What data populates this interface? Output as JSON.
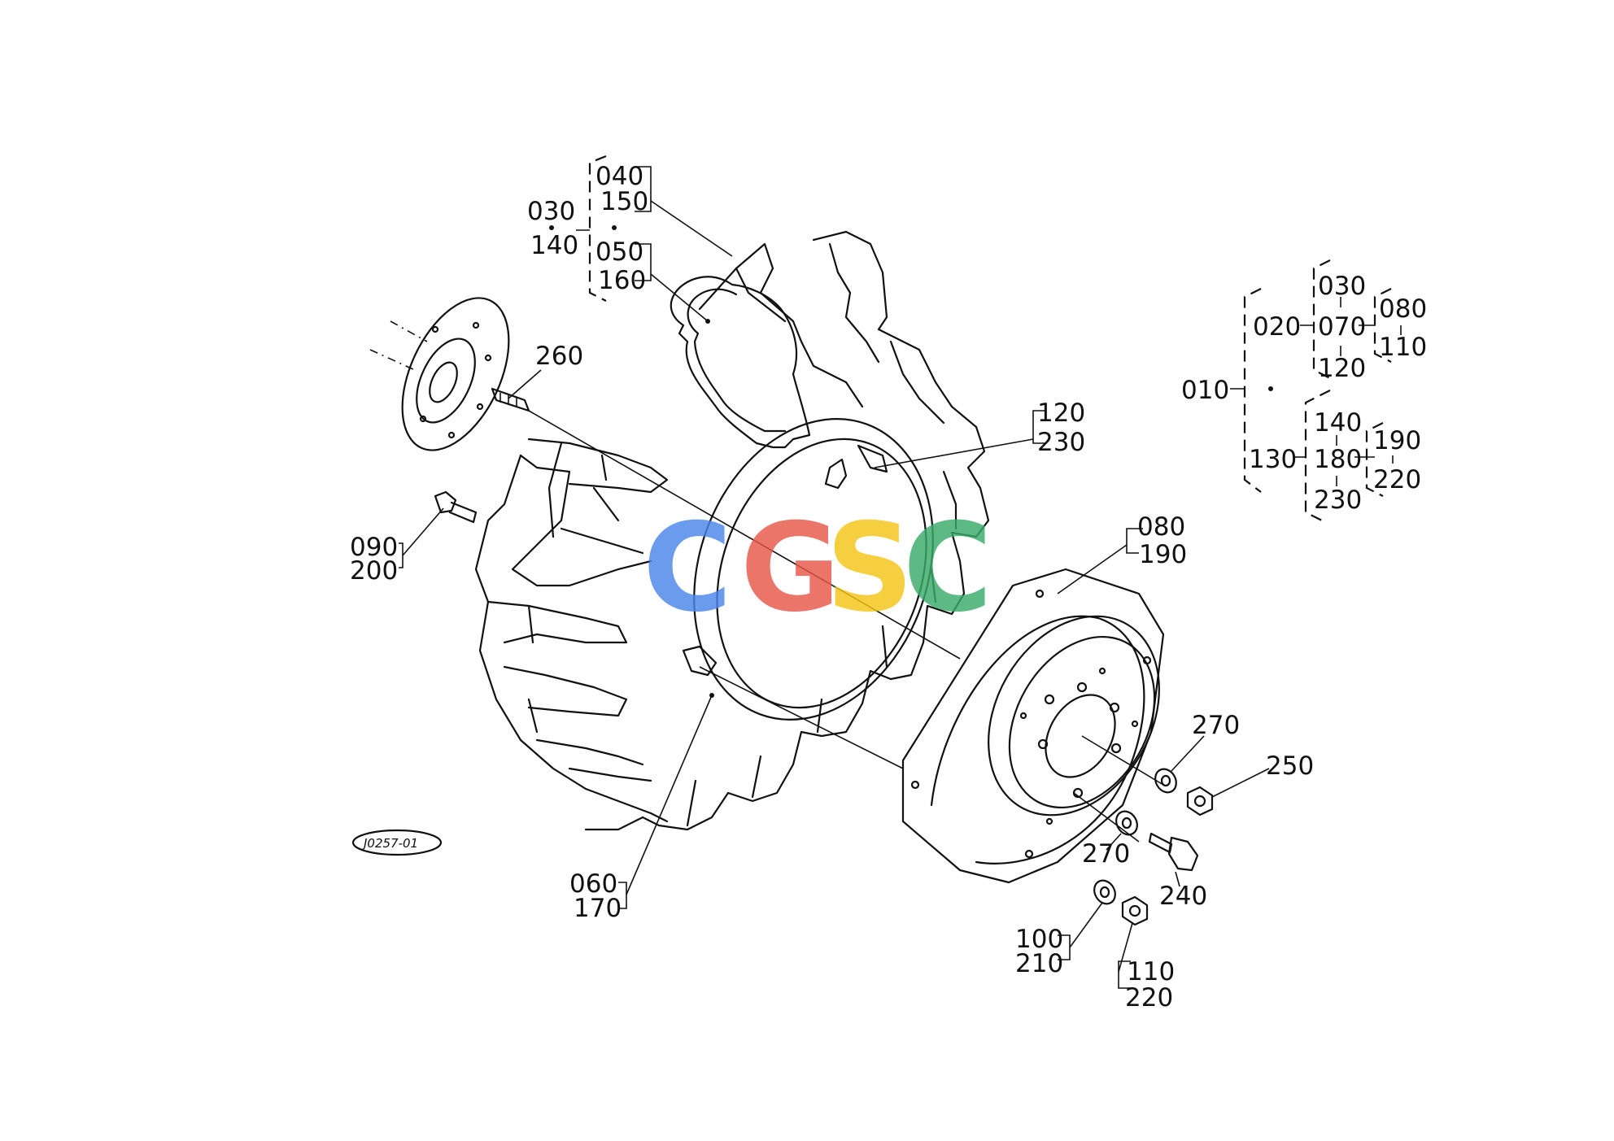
{
  "watermark": {
    "letters": [
      "C",
      "G",
      "S",
      "C"
    ],
    "colors": [
      "#4a86e8",
      "#e8574a",
      "#f5c518",
      "#3bab6a"
    ]
  },
  "reference_code": "J0257-01",
  "labels": {
    "l030a": "030",
    "l140a": "140",
    "l040": "040",
    "l150": "150",
    "l050": "050",
    "l160": "160",
    "l260": "260",
    "l090": "090",
    "l200": "200",
    "l120a": "120",
    "l230a": "230",
    "l080a": "080",
    "l190a": "190",
    "l270a": "270",
    "l250": "250",
    "l270b": "270",
    "l240": "240",
    "l100": "100",
    "l210": "210",
    "l110a": "110",
    "l220a": "220",
    "l060": "060",
    "l170": "170",
    "l010": "010",
    "l020": "020",
    "l030b": "030",
    "l070": "070",
    "l120b": "120",
    "l080b": "080",
    "l110b": "110",
    "l130": "130",
    "l140b": "140",
    "l180": "180",
    "l230b": "230",
    "l190b": "190",
    "l220b": "220"
  }
}
